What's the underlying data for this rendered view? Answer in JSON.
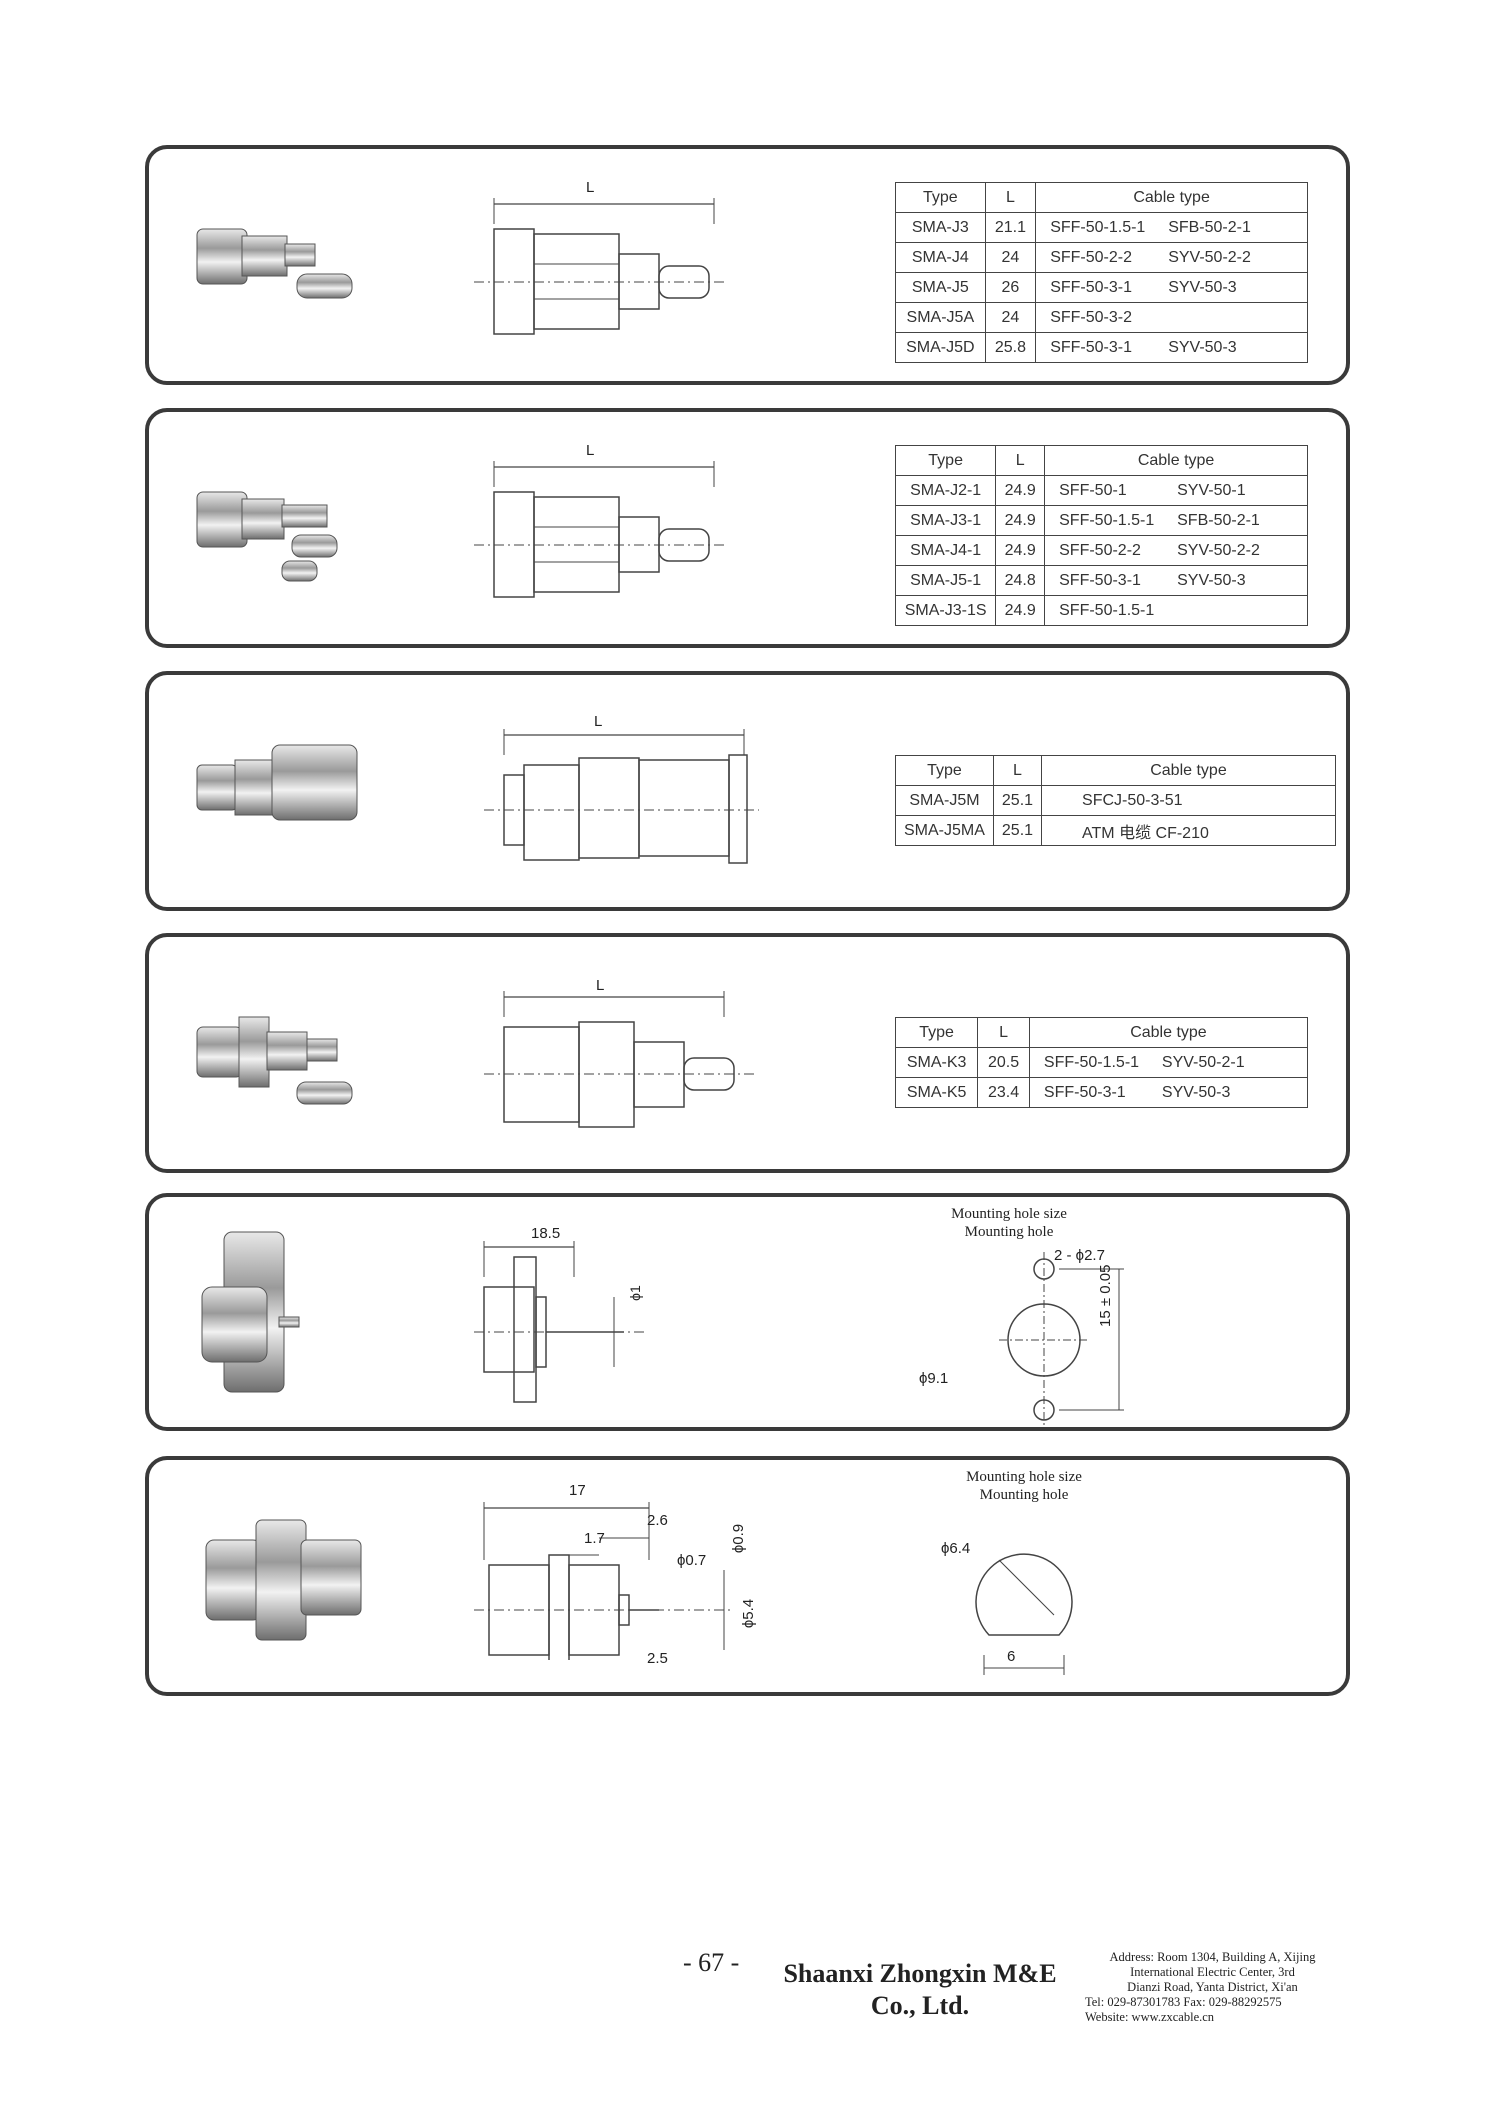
{
  "tables": [
    {
      "headers": [
        "Type",
        "L",
        "Cable type"
      ],
      "rows": [
        {
          "type": "SMA-J3",
          "l": "21.1",
          "c1": "SFF-50-1.5-1",
          "c2": "SFB-50-2-1"
        },
        {
          "type": "SMA-J4",
          "l": "24",
          "c1": "SFF-50-2-2",
          "c2": "SYV-50-2-2"
        },
        {
          "type": "SMA-J5",
          "l": "26",
          "c1": "SFF-50-3-1",
          "c2": "SYV-50-3"
        },
        {
          "type": "SMA-J5A",
          "l": "24",
          "c1": "SFF-50-3-2",
          "c2": ""
        },
        {
          "type": "SMA-J5D",
          "l": "25.8",
          "c1": "SFF-50-3-1",
          "c2": "SYV-50-3"
        }
      ]
    },
    {
      "headers": [
        "Type",
        "L",
        "Cable type"
      ],
      "rows": [
        {
          "type": "SMA-J2-1",
          "l": "24.9",
          "c1": "SFF-50-1",
          "c2": "SYV-50-1"
        },
        {
          "type": "SMA-J3-1",
          "l": "24.9",
          "c1": "SFF-50-1.5-1",
          "c2": "SFB-50-2-1"
        },
        {
          "type": "SMA-J4-1",
          "l": "24.9",
          "c1": "SFF-50-2-2",
          "c2": "SYV-50-2-2"
        },
        {
          "type": "SMA-J5-1",
          "l": "24.8",
          "c1": "SFF-50-3-1",
          "c2": "SYV-50-3"
        },
        {
          "type": "SMA-J3-1S",
          "l": "24.9",
          "c1": "SFF-50-1.5-1",
          "c2": ""
        }
      ]
    },
    {
      "headers": [
        "Type",
        "L",
        "Cable type"
      ],
      "rows": [
        {
          "type": "SMA-J5M",
          "l": "25.1",
          "c1": "SFCJ-50-3-51",
          "c2": ""
        },
        {
          "type": "SMA-J5MA",
          "l": "25.1",
          "c1": "ATM 电缆 CF-210",
          "c2": ""
        }
      ]
    },
    {
      "headers": [
        "Type",
        "L",
        "Cable type"
      ],
      "rows": [
        {
          "type": "SMA-K3",
          "l": "20.5",
          "c1": "SFF-50-1.5-1",
          "c2": "SYV-50-2-1"
        },
        {
          "type": "SMA-K5",
          "l": "23.4",
          "c1": "SFF-50-3-1",
          "c2": "SYV-50-3"
        }
      ]
    }
  ],
  "dims": {
    "L": "L",
    "p5_width": "18.5",
    "p5_pin": "ϕ1",
    "p5_holes": "2 - ϕ2.7",
    "p5_center": "ϕ9.1",
    "p5_spacing": "15 ± 0.05",
    "p6_len": "17",
    "p6_a": "2.6",
    "p6_b": "1.7",
    "p6_c": "ϕ0.7",
    "p6_d": "ϕ0.9",
    "p6_e": "ϕ5.4",
    "p6_f": "2.5",
    "p6_hole_d": "ϕ6.4",
    "p6_hole_w": "6"
  },
  "mounting": {
    "line1": "Mounting hole size",
    "line2": "Mounting hole"
  },
  "footer": {
    "page": "- 67 -",
    "company_line1": "Shaanxi Zhongxin M&E",
    "company_line2": "Co., Ltd.",
    "addr_line1": "Address: Room 1304, Building A, Xijing",
    "addr_line2": "International Electric Center, 3rd",
    "addr_line3": "Dianzi Road, Yanta District, Xi'an",
    "addr_line4": "Tel: 029-87301783   Fax: 029-88292575",
    "addr_line5": "Website: www.zxcable.cn"
  }
}
